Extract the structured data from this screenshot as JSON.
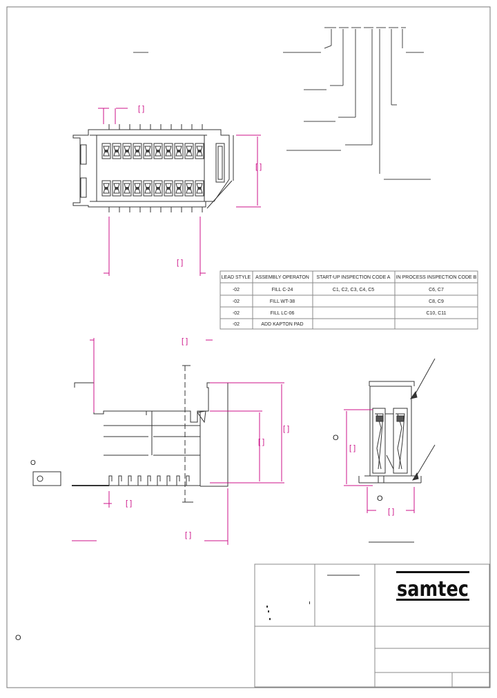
{
  "table": {
    "headers": [
      "LEAD STYLE",
      "ASSEMBLY OPERATON",
      "START-UP INSPECTION CODE A",
      "IN PROCESS INSPECTION CODE B"
    ],
    "rows": [
      [
        "-02",
        "FILL C-24",
        "C1, C2, C3, C4, C5",
        "C6, C7"
      ],
      [
        "-02",
        "FILL WT-38",
        "",
        "C8, C9"
      ],
      [
        "-02",
        "FILL LC-06",
        "",
        "C10, C11"
      ],
      [
        "-02",
        "ADD KAPTON PAD",
        "",
        ""
      ]
    ]
  },
  "dimension_labels": {
    "pitch": "[ ]",
    "height": "[ ]",
    "width": "[ ]",
    "top_width": "[ ]",
    "side_height": "[ ]",
    "bottom_pitch": "[ ]",
    "overall": "[ ]",
    "right_height": "[ ]",
    "right_width": "[ ]"
  },
  "markers": {
    "left_circle": "O",
    "right_circle": "O",
    "bottom_circle": "O",
    "page_circle": "O"
  },
  "title_block": {
    "logo": "samtec"
  },
  "colors": {
    "outline": "#333333",
    "dimension": "#cc1188",
    "grid": "#888888"
  }
}
